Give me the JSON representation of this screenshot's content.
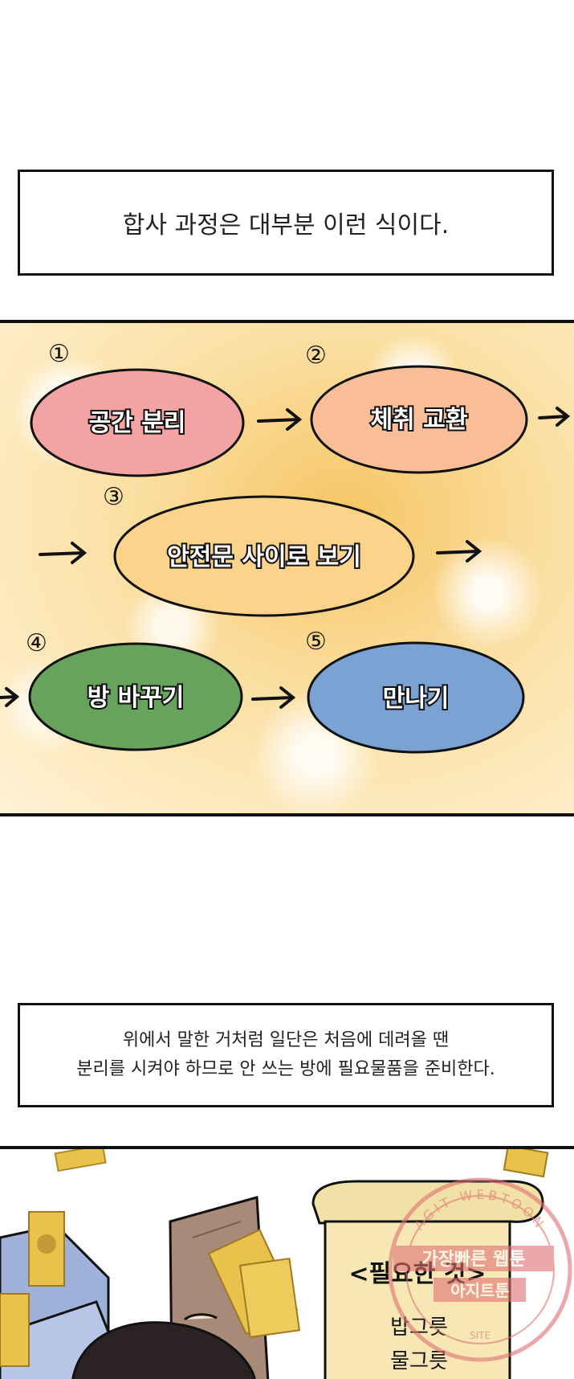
{
  "caption1": {
    "text": "합사 과정은 대부분 이런 식이다."
  },
  "steps": [
    {
      "num": "①",
      "label": "공간 분리",
      "color": "#f4a3a3"
    },
    {
      "num": "②",
      "label": "체취 교환",
      "color": "#f9bd97"
    },
    {
      "num": "③",
      "label": "안전문 사이로 보기",
      "color": "#fbd38a"
    },
    {
      "num": "④",
      "label": "방 바꾸기",
      "color": "#67a35c"
    },
    {
      "num": "⑤",
      "label": "만나기",
      "color": "#7aa2d2"
    }
  ],
  "caption2": {
    "line1": "위에서 말한 거처럼 일단은 처음에 데려올 땐",
    "line2": "분리를 시켜야 하므로 안 쓰는 방에 필요물품을 준비한다."
  },
  "scroll": {
    "title": "<필요한 것>",
    "items": [
      "밥그릇",
      "물그릇"
    ]
  },
  "watermark": {
    "arc_text": "AGIT WEBTOON",
    "line1": "가장빠른 웹툰",
    "line2": "아지트툰",
    "small": "SITE"
  }
}
